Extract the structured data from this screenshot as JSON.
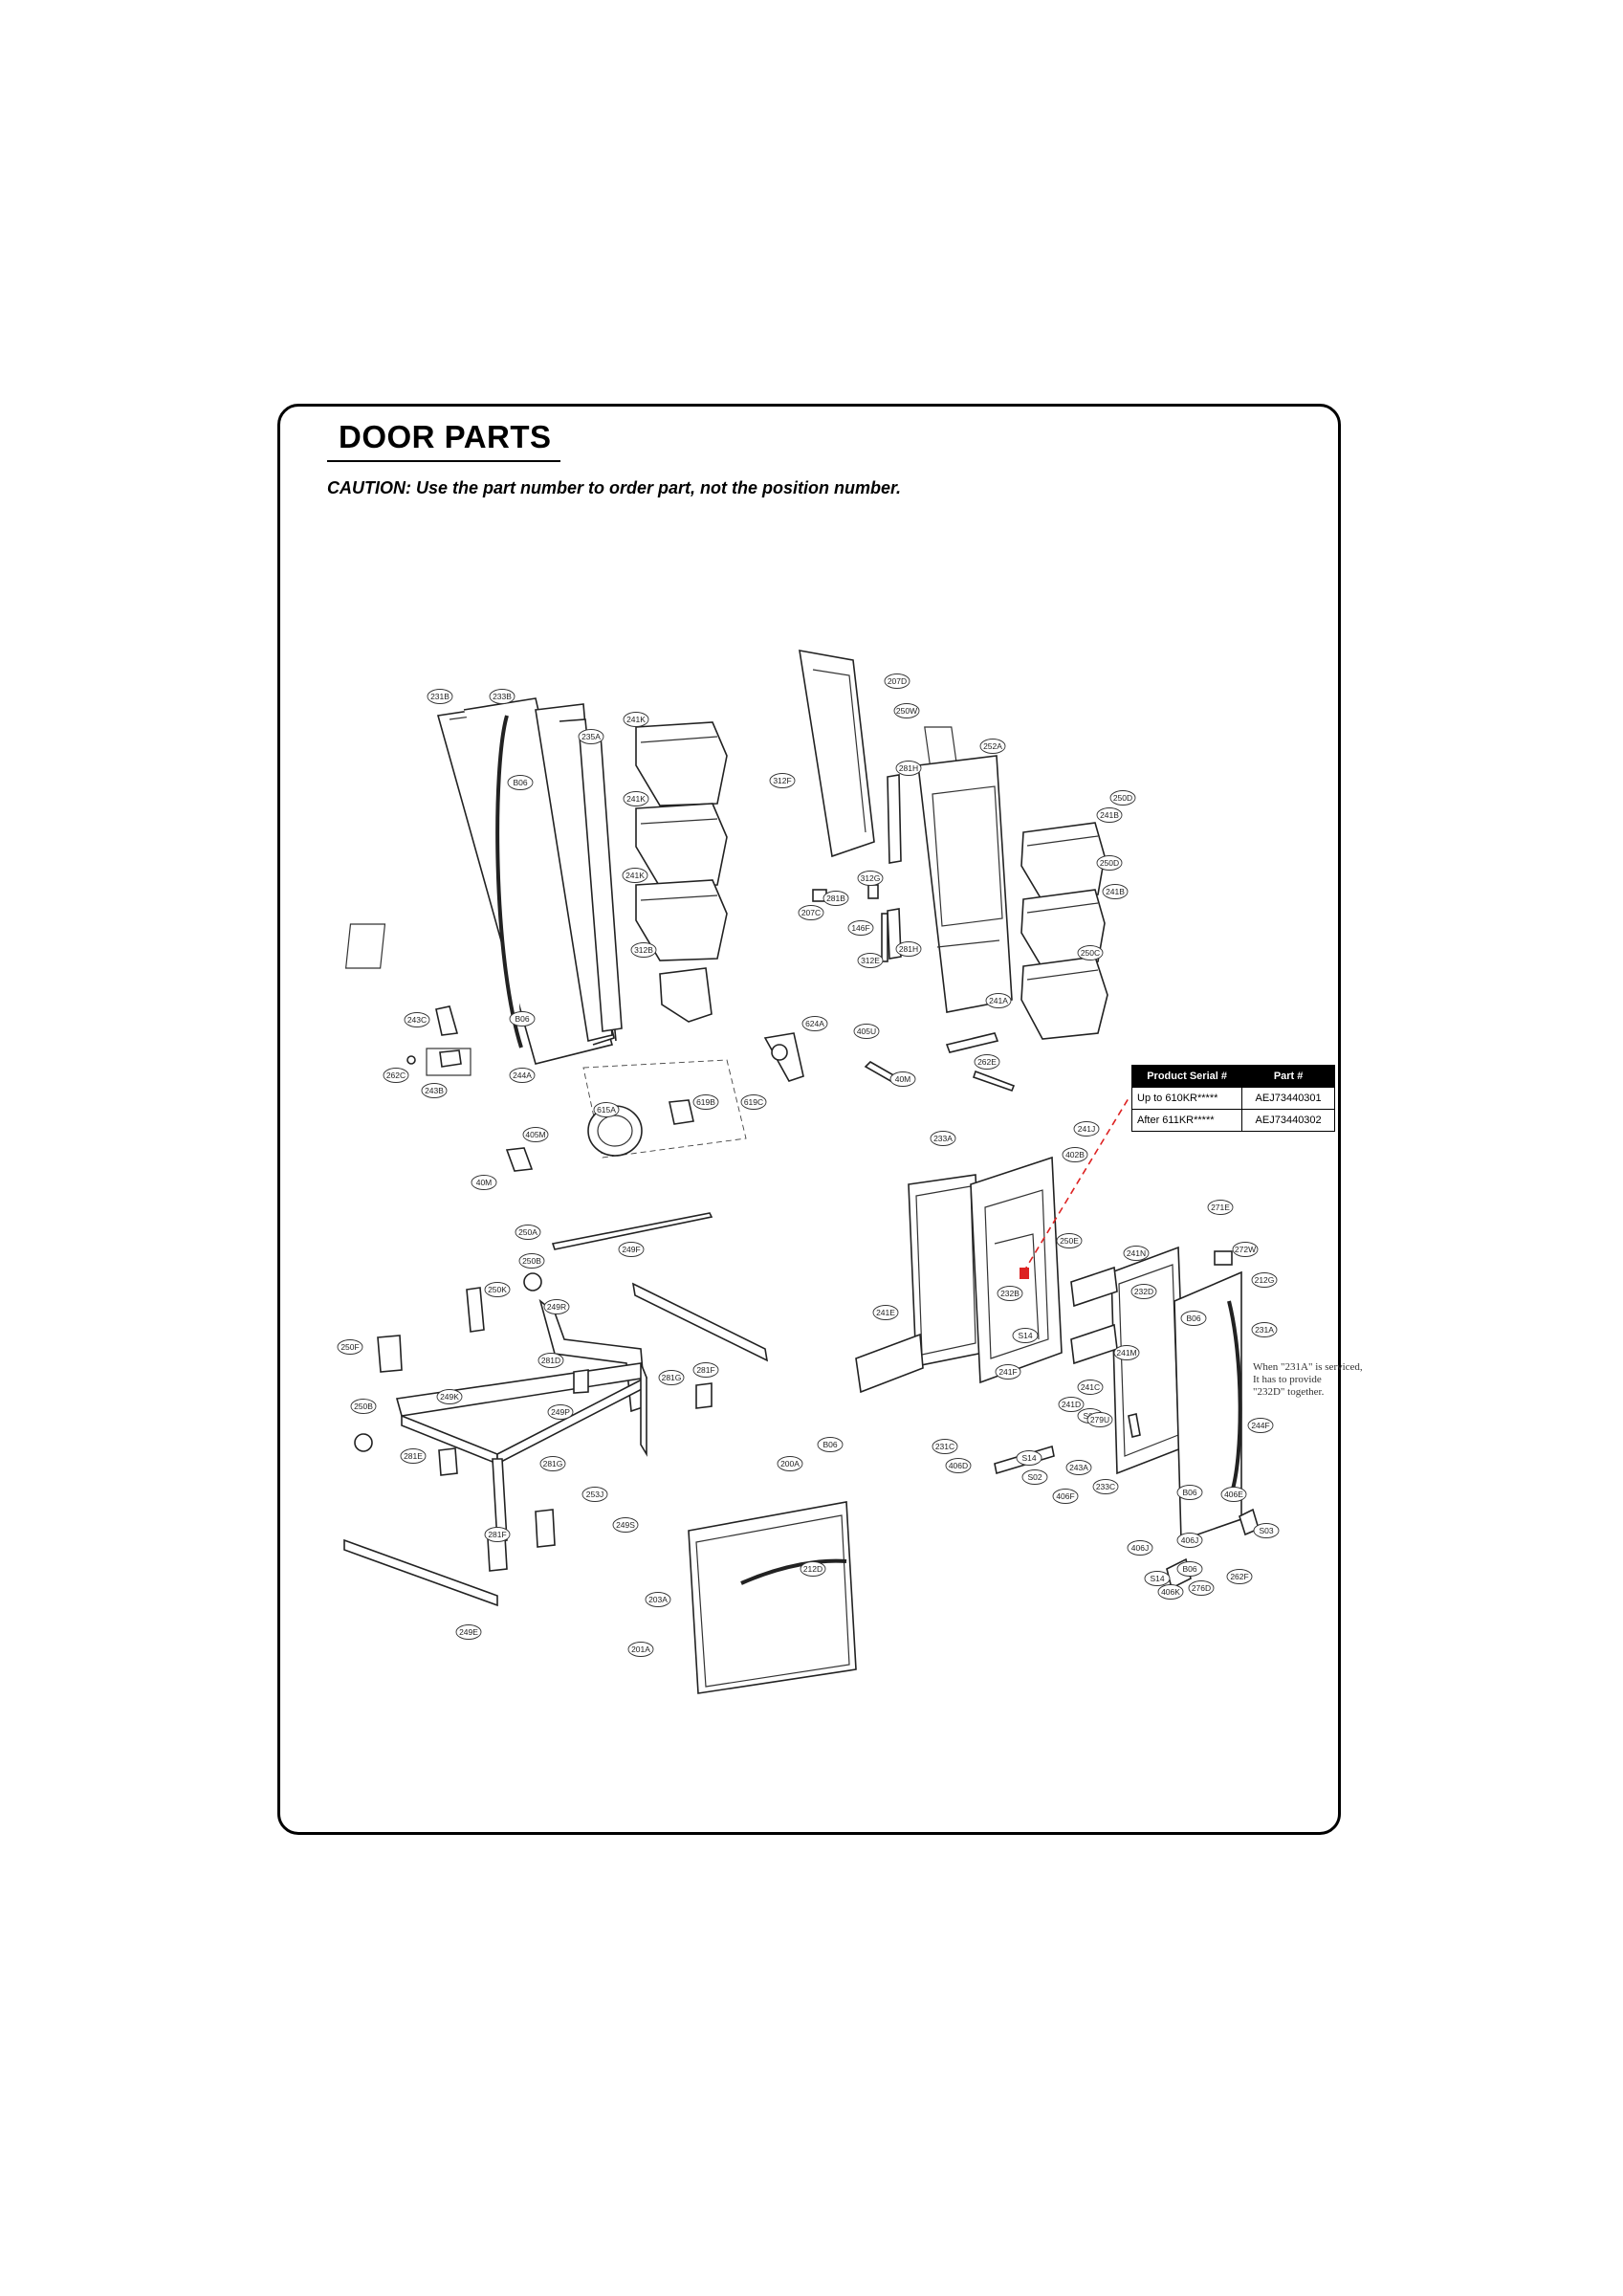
{
  "title": "DOOR PARTS",
  "caution": "CAUTION: Use the part number to order part, not the position number.",
  "serial_table": {
    "headers": [
      "Product Serial #",
      "Part #"
    ],
    "rows": [
      [
        "Up to 610KR*****",
        "AEJ73440301"
      ],
      [
        "After 611KR*****",
        "AEJ73440302"
      ]
    ]
  },
  "note": [
    "When \"231A\" is serviced,",
    "It has to provide",
    "\"232D\" together."
  ],
  "callouts": [
    {
      "label": "231B"
    },
    {
      "label": "233B"
    },
    {
      "label": "235A"
    },
    {
      "label": "241K"
    },
    {
      "label": "B06"
    },
    {
      "label": "241K"
    },
    {
      "label": "241K"
    },
    {
      "label": "312B"
    },
    {
      "label": "243C"
    },
    {
      "label": "B06"
    },
    {
      "label": "262C"
    },
    {
      "label": "243B"
    },
    {
      "label": "244A"
    },
    {
      "label": "207D"
    },
    {
      "label": "250W"
    },
    {
      "label": "312F"
    },
    {
      "label": "281H"
    },
    {
      "label": "252A"
    },
    {
      "label": "241B"
    },
    {
      "label": "250D"
    },
    {
      "label": "250D"
    },
    {
      "label": "241B"
    },
    {
      "label": "281B"
    },
    {
      "label": "312G"
    },
    {
      "label": "207C"
    },
    {
      "label": "146F"
    },
    {
      "label": "281H"
    },
    {
      "label": "312E"
    },
    {
      "label": "250C"
    },
    {
      "label": "241A"
    },
    {
      "label": "624A"
    },
    {
      "label": "405U"
    },
    {
      "label": "40M"
    },
    {
      "label": "262E"
    },
    {
      "label": "615A"
    },
    {
      "label": "619B"
    },
    {
      "label": "619C"
    },
    {
      "label": "405M"
    },
    {
      "label": "40M"
    },
    {
      "label": "233A"
    },
    {
      "label": "241J"
    },
    {
      "label": "402B"
    },
    {
      "label": "271E"
    },
    {
      "label": "250A"
    },
    {
      "label": "250B"
    },
    {
      "label": "249F"
    },
    {
      "label": "250E"
    },
    {
      "label": "241N"
    },
    {
      "label": "272W"
    },
    {
      "label": "212G"
    },
    {
      "label": "250K"
    },
    {
      "label": "249R"
    },
    {
      "label": "241E"
    },
    {
      "label": "232B"
    },
    {
      "label": "232D"
    },
    {
      "label": "B06"
    },
    {
      "label": "S14"
    },
    {
      "label": "231A"
    },
    {
      "label": "250F"
    },
    {
      "label": "281D"
    },
    {
      "label": "281G"
    },
    {
      "label": "281F"
    },
    {
      "label": "241F"
    },
    {
      "label": "241M"
    },
    {
      "label": "241C"
    },
    {
      "label": "249K"
    },
    {
      "label": "249P"
    },
    {
      "label": "241D"
    },
    {
      "label": "S08"
    },
    {
      "label": "279U"
    },
    {
      "label": "244F"
    },
    {
      "label": "250B"
    },
    {
      "label": "281E"
    },
    {
      "label": "281G"
    },
    {
      "label": "231C"
    },
    {
      "label": "B06"
    },
    {
      "label": "S14"
    },
    {
      "label": "243A"
    },
    {
      "label": "406D"
    },
    {
      "label": "200A"
    },
    {
      "label": "253J"
    },
    {
      "label": "S02"
    },
    {
      "label": "233C"
    },
    {
      "label": "B06"
    },
    {
      "label": "406E"
    },
    {
      "label": "406F"
    },
    {
      "label": "249S"
    },
    {
      "label": "281F"
    },
    {
      "label": "S03"
    },
    {
      "label": "406J"
    },
    {
      "label": "406J"
    },
    {
      "label": "B06"
    },
    {
      "label": "212D"
    },
    {
      "label": "262F"
    },
    {
      "label": "S14"
    },
    {
      "label": "276D"
    },
    {
      "label": "406K"
    },
    {
      "label": "203A"
    },
    {
      "label": "249E"
    },
    {
      "label": "201A"
    }
  ]
}
